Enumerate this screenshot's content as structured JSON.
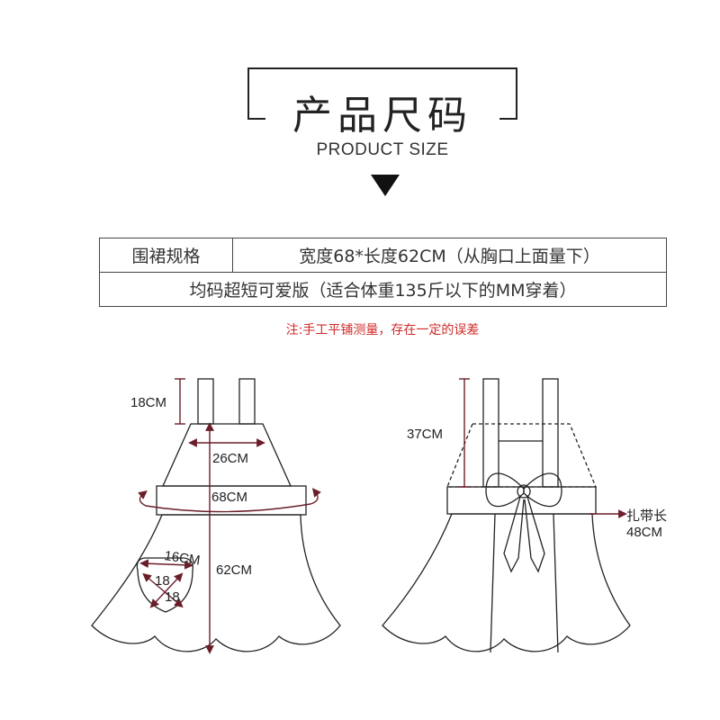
{
  "header": {
    "title": "产品尺码",
    "subtitle": "PRODUCT SIZE"
  },
  "spec_table": {
    "row1_label": "围裙规格",
    "row1_value": "宽度68*长度62CM（从胸口上面量下）",
    "row2_value": "均码超短可爱版（适合体重135斤以下的MM穿着）"
  },
  "note": "注:手工平铺测量，存在一定的误差",
  "front_diagram": {
    "strap_length": "18CM",
    "top_width": "26CM",
    "waist_width": "68CM",
    "total_length": "62CM",
    "pocket_width": "16CM",
    "pocket_side_a": "18",
    "pocket_side_b": "18"
  },
  "back_diagram": {
    "strap_length": "37CM",
    "tie_label": "扎带长",
    "tie_length": "48CM"
  },
  "colors": {
    "outline": "#222222",
    "measure": "#6b1e2a",
    "note": "#d02a2a"
  }
}
